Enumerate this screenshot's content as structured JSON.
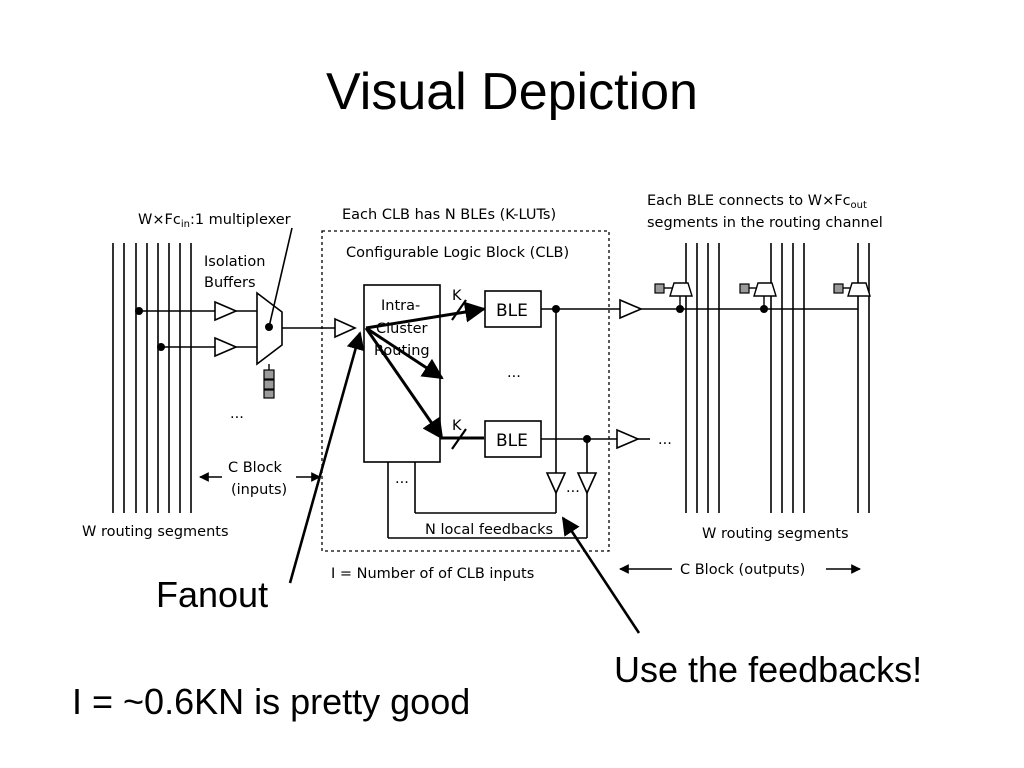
{
  "slide": {
    "title": "Visual Depiction",
    "fanout": "Fanout",
    "feedbacks_note": "Use the feedbacks!",
    "formula": "I = ~0.6KN is pretty good"
  },
  "diagram": {
    "mux_label_base": "W×Fc",
    "mux_label_sub": "in",
    "mux_label_rest": ":1 multiplexer",
    "isolation_1": "Isolation",
    "isolation_2": "Buffers",
    "clb_has": "Each CLB has N BLEs (K-LUTs)",
    "clb_title": "Configurable Logic Block (CLB)",
    "intra_1": "Intra-",
    "intra_2": "Cluster",
    "intra_3": "Routing",
    "k_label": "K",
    "ble_label": "BLE",
    "ellipsis": "...",
    "cblock_in_1": "C Block",
    "cblock_in_2": "(inputs)",
    "w_routing": "W routing segments",
    "local_feedbacks": "N local feedbacks",
    "clb_inputs": "I = Number of  of CLB inputs",
    "cblock_out": "C Block (outputs)",
    "each_ble_1": "Each BLE connects to W×Fc",
    "each_ble_sub": "out",
    "each_ble_2": "segments in the routing channel"
  }
}
